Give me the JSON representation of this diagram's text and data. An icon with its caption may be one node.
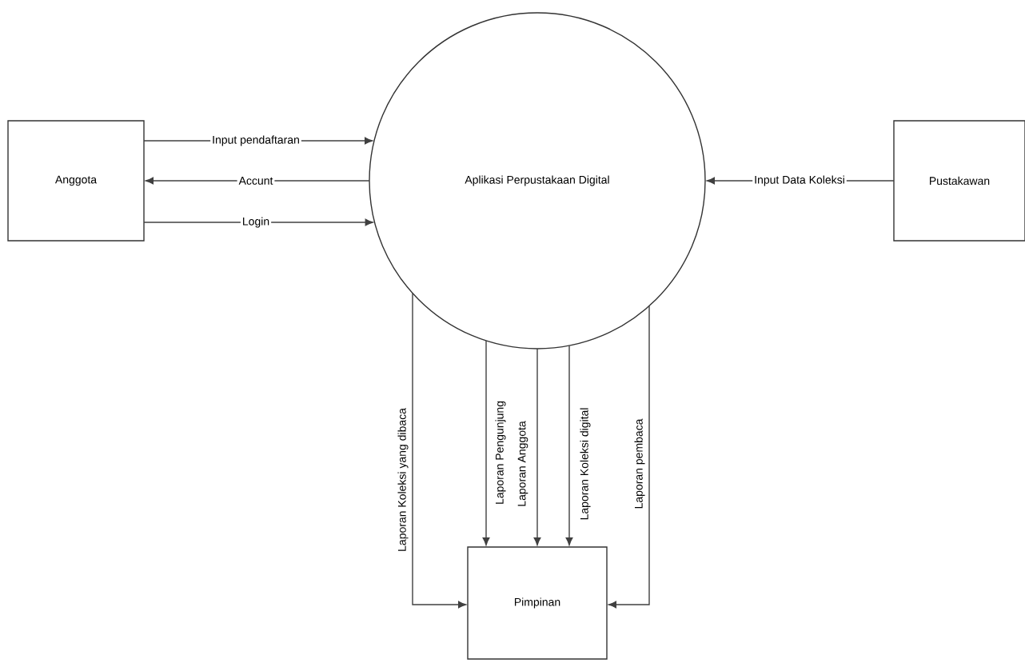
{
  "diagram": {
    "nodes": [
      {
        "text": [
          "Anggota"
        ]
      },
      {
        "text": [
          "Aplikasi Perpustakaan Digital"
        ]
      },
      {
        "text": [
          "Pustakawan"
        ]
      },
      {
        "text": [
          "Pimpinan"
        ]
      }
    ],
    "edges": [
      {
        "from": 0,
        "to": 1,
        "arrow": "to",
        "label": "Input pendaftaran"
      },
      {
        "from": 1,
        "to": 0,
        "arrow": "to",
        "label": "Accunt"
      },
      {
        "from": 0,
        "to": 1,
        "arrow": "to",
        "label": "Login"
      },
      {
        "from": 2,
        "to": 1,
        "arrow": "to",
        "label": "Input Data Koleksi"
      },
      {
        "from": 1,
        "to": 3,
        "arrow": "to",
        "label": "Laporan Koleksi yang dibaca"
      },
      {
        "from": 1,
        "to": 3,
        "arrow": "to",
        "label": "Laporan Pengunjung"
      },
      {
        "from": 1,
        "to": 3,
        "arrow": "to",
        "label": "Laporan Anggota"
      },
      {
        "from": 1,
        "to": 3,
        "arrow": "to",
        "label": "Laporan Koleksi digital"
      },
      {
        "from": 1,
        "to": 3,
        "arrow": "to",
        "label": "Laporan pembaca"
      }
    ]
  }
}
